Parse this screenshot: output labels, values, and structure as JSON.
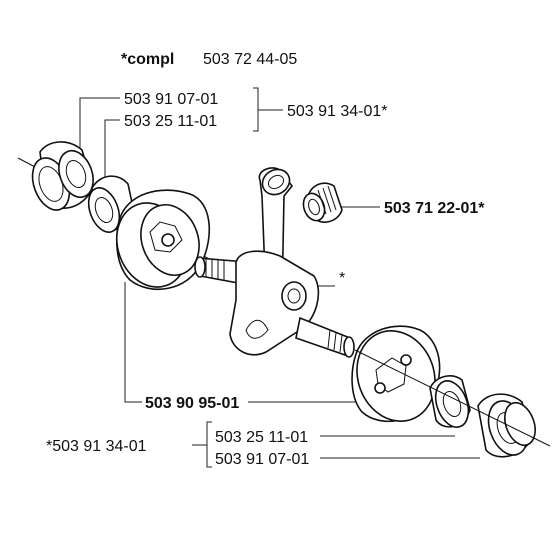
{
  "header": {
    "compl_prefix": "*compl",
    "compl_number": "503 72 44-05"
  },
  "callouts": {
    "top_bearing_a": "503 91 07-01",
    "top_bearing_b": "503 25 11-01",
    "top_kit": "503 91 34-01*",
    "needle_bearing": "503 71 22-01*",
    "crank_star": "*",
    "crankshaft": "503 90 95-01",
    "bottom_kit": "*503 91 34-01",
    "bottom_bearing_a": "503 25 11-01",
    "bottom_bearing_b": "503 91 07-01"
  }
}
